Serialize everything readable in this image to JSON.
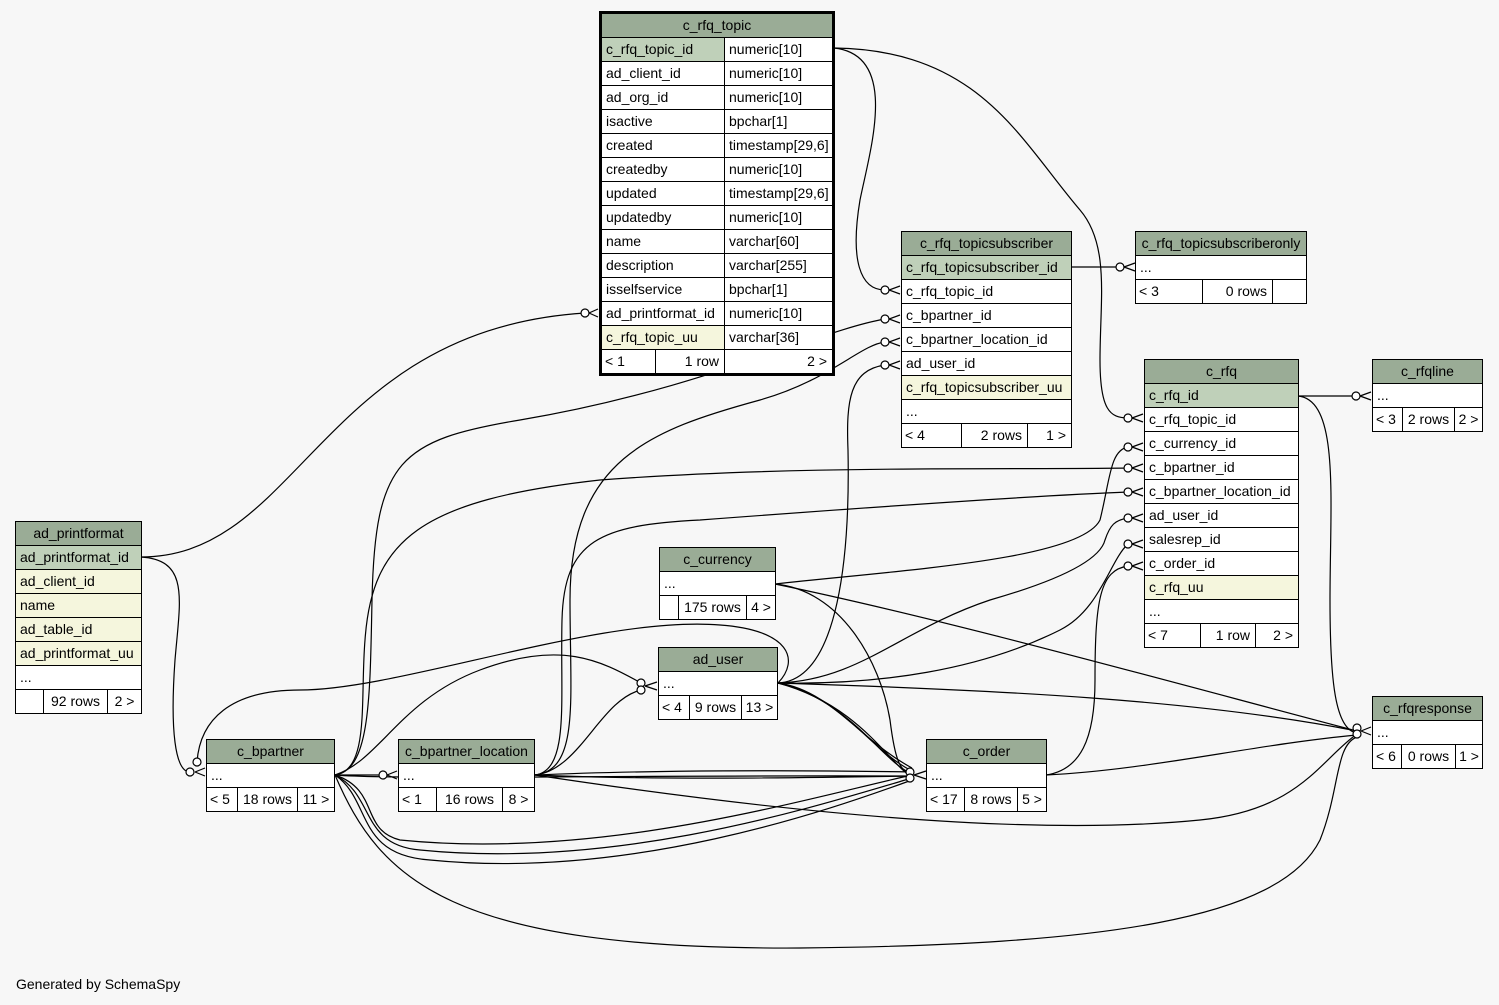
{
  "footer_text": "Generated by SchemaSpy",
  "tables": {
    "c_rfq_topic": {
      "name": "c_rfq_topic",
      "columns": [
        {
          "name": "c_rfq_topic_id",
          "type": "numeric[10]"
        },
        {
          "name": "ad_client_id",
          "type": "numeric[10]"
        },
        {
          "name": "ad_org_id",
          "type": "numeric[10]"
        },
        {
          "name": "isactive",
          "type": "bpchar[1]"
        },
        {
          "name": "created",
          "type": "timestamp[29,6]"
        },
        {
          "name": "createdby",
          "type": "numeric[10]"
        },
        {
          "name": "updated",
          "type": "timestamp[29,6]"
        },
        {
          "name": "updatedby",
          "type": "numeric[10]"
        },
        {
          "name": "name",
          "type": "varchar[60]"
        },
        {
          "name": "description",
          "type": "varchar[255]"
        },
        {
          "name": "isselfservice",
          "type": "bpchar[1]"
        },
        {
          "name": "ad_printformat_id",
          "type": "numeric[10]"
        },
        {
          "name": "c_rfq_topic_uu",
          "type": "varchar[36]"
        }
      ],
      "footer": [
        "< 1",
        "1 row",
        "2 >"
      ]
    },
    "c_rfq_topicsubscriber": {
      "name": "c_rfq_topicsubscriber",
      "columns": [
        "c_rfq_topicsubscriber_id",
        "c_rfq_topic_id",
        "c_bpartner_id",
        "c_bpartner_location_id",
        "ad_user_id",
        "c_rfq_topicsubscriber_uu",
        "..."
      ],
      "footer": [
        "< 4",
        "2 rows",
        "1 >"
      ]
    },
    "c_rfq_topicsubscriberonly": {
      "name": "c_rfq_topicsubscriberonly",
      "columns": [
        "..."
      ],
      "footer": [
        "< 3",
        "0 rows",
        ""
      ]
    },
    "c_rfq": {
      "name": "c_rfq",
      "columns": [
        "c_rfq_id",
        "c_rfq_topic_id",
        "c_currency_id",
        "c_bpartner_id",
        "c_bpartner_location_id",
        "ad_user_id",
        "salesrep_id",
        "c_order_id",
        "c_rfq_uu",
        "..."
      ],
      "footer": [
        "< 7",
        "1 row",
        "2 >"
      ]
    },
    "c_rfqline": {
      "name": "c_rfqline",
      "columns": [
        "..."
      ],
      "footer": [
        "< 3",
        "2 rows",
        "2 >"
      ]
    },
    "ad_printformat": {
      "name": "ad_printformat",
      "columns": [
        "ad_printformat_id",
        "ad_client_id",
        "name",
        "ad_table_id",
        "ad_printformat_uu",
        "..."
      ],
      "footer": [
        "",
        "92 rows",
        "2 >"
      ]
    },
    "c_currency": {
      "name": "c_currency",
      "columns": [
        "..."
      ],
      "footer": [
        "",
        "175 rows",
        "4 >"
      ]
    },
    "ad_user": {
      "name": "ad_user",
      "columns": [
        "..."
      ],
      "footer": [
        "< 4",
        "9 rows",
        "13 >"
      ]
    },
    "c_bpartner": {
      "name": "c_bpartner",
      "columns": [
        "..."
      ],
      "footer": [
        "< 5",
        "18 rows",
        "11 >"
      ]
    },
    "c_bpartner_location": {
      "name": "c_bpartner_location",
      "columns": [
        "..."
      ],
      "footer": [
        "< 1",
        "16 rows",
        "8 >"
      ]
    },
    "c_order": {
      "name": "c_order",
      "columns": [
        "..."
      ],
      "footer": [
        "< 17",
        "8 rows",
        "5 >"
      ]
    },
    "c_rfqresponse": {
      "name": "c_rfqresponse",
      "columns": [
        "..."
      ],
      "footer": [
        "< 6",
        "0 rows",
        "1 >"
      ]
    }
  }
}
